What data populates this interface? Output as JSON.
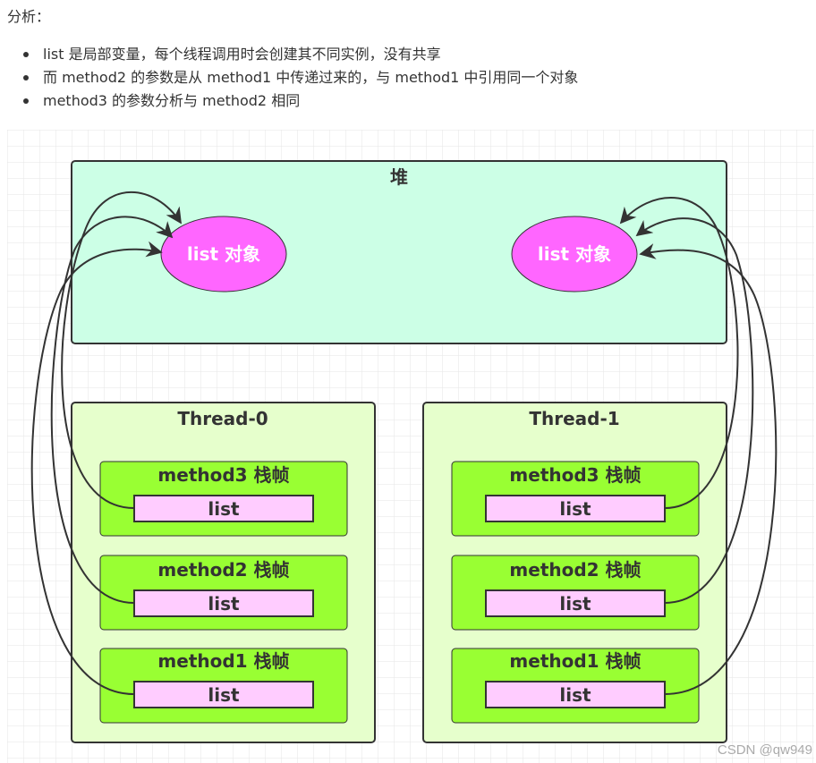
{
  "heading": "分析：",
  "bullets": [
    "list 是局部变量，每个线程调用时会创建其不同实例，没有共享",
    "而 method2 的参数是从 method1 中传递过来的，与 method1 中引用同一个对象",
    "method3 的参数分析与 method2 相同"
  ],
  "diagram": {
    "heap": {
      "label": "堆",
      "object_label": "list 对象"
    },
    "threads": [
      {
        "label": "Thread-0",
        "frames": [
          {
            "label": "method3 栈帧",
            "var": "list"
          },
          {
            "label": "method2 栈帧",
            "var": "list"
          },
          {
            "label": "method1 栈帧",
            "var": "list"
          }
        ]
      },
      {
        "label": "Thread-1",
        "frames": [
          {
            "label": "method3 栈帧",
            "var": "list"
          },
          {
            "label": "method2 栈帧",
            "var": "list"
          },
          {
            "label": "method1 栈帧",
            "var": "list"
          }
        ]
      }
    ],
    "colors": {
      "heap_fill": "#ccffe6",
      "thread_fill": "#e6ffcc",
      "frame_fill": "#99ff33",
      "var_fill": "#ffccff",
      "object_fill": "#ff66ff",
      "grid": "#dddddd",
      "stroke": "#333333"
    }
  },
  "watermark": "CSDN @qw949"
}
